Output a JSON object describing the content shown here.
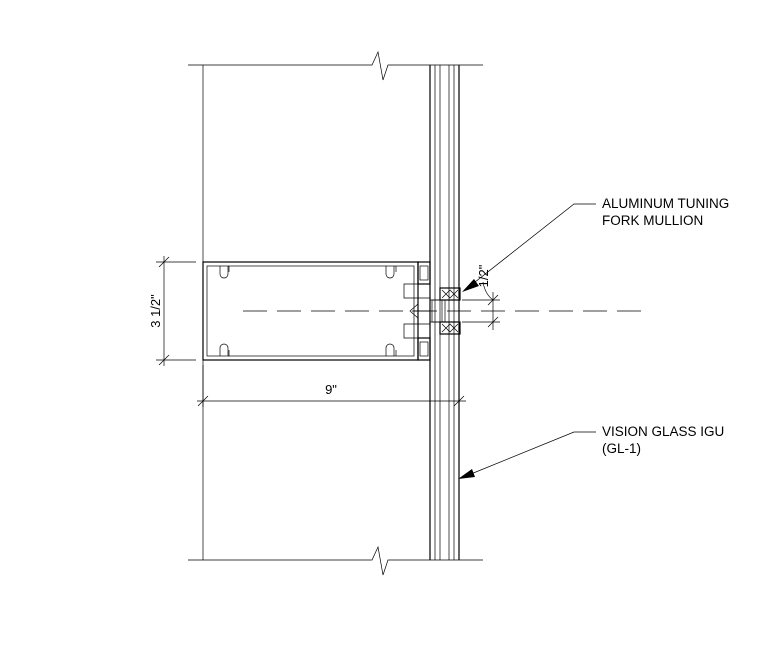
{
  "annotations": {
    "mullion_line1": "ALUMINUM TUNING",
    "mullion_line2": "FORK MULLION",
    "glass_line1": "VISION GLASS IGU",
    "glass_line2": "(GL-1)"
  },
  "dimensions": {
    "height": "3 1/2\"",
    "width": "9\"",
    "reveal": "1/2\""
  }
}
